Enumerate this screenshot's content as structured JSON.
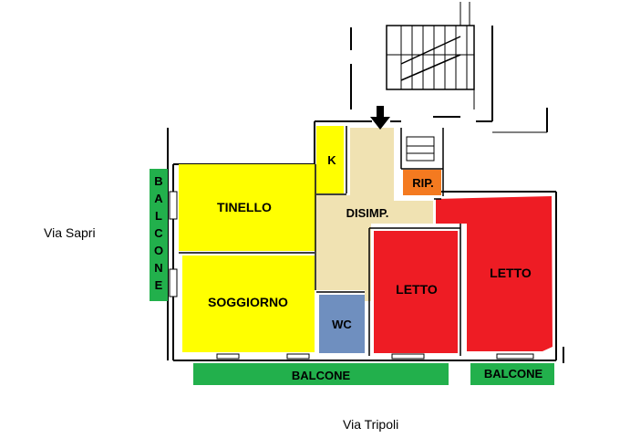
{
  "colors": {
    "yellow": "#ffff00",
    "beige": "#f0e2b2",
    "red": "#ee1c24",
    "orange": "#f47a20",
    "blue": "#6f8fbf",
    "green": "#22b04c",
    "wall": "#000000",
    "background": "#ffffff"
  },
  "rooms": {
    "tinello": "TINELLO",
    "soggiorno": "SOGGIORNO",
    "kitchen": "K",
    "disimpegno": "DISIMP.",
    "ripostiglio": "RIP.",
    "wc": "WC",
    "letto_left": "LETTO",
    "letto_right": "LETTO"
  },
  "balconies": {
    "left_vertical": [
      "B",
      "A",
      "L",
      "C",
      "O",
      "N",
      "E"
    ],
    "bottom_main": "BALCONE",
    "bottom_right": "BALCONE"
  },
  "streets": {
    "west": "Via Sapri",
    "south": "Via Tripoli"
  },
  "icons": {
    "entrance": "entrance-arrow-icon",
    "stairs": "staircase-icon"
  }
}
